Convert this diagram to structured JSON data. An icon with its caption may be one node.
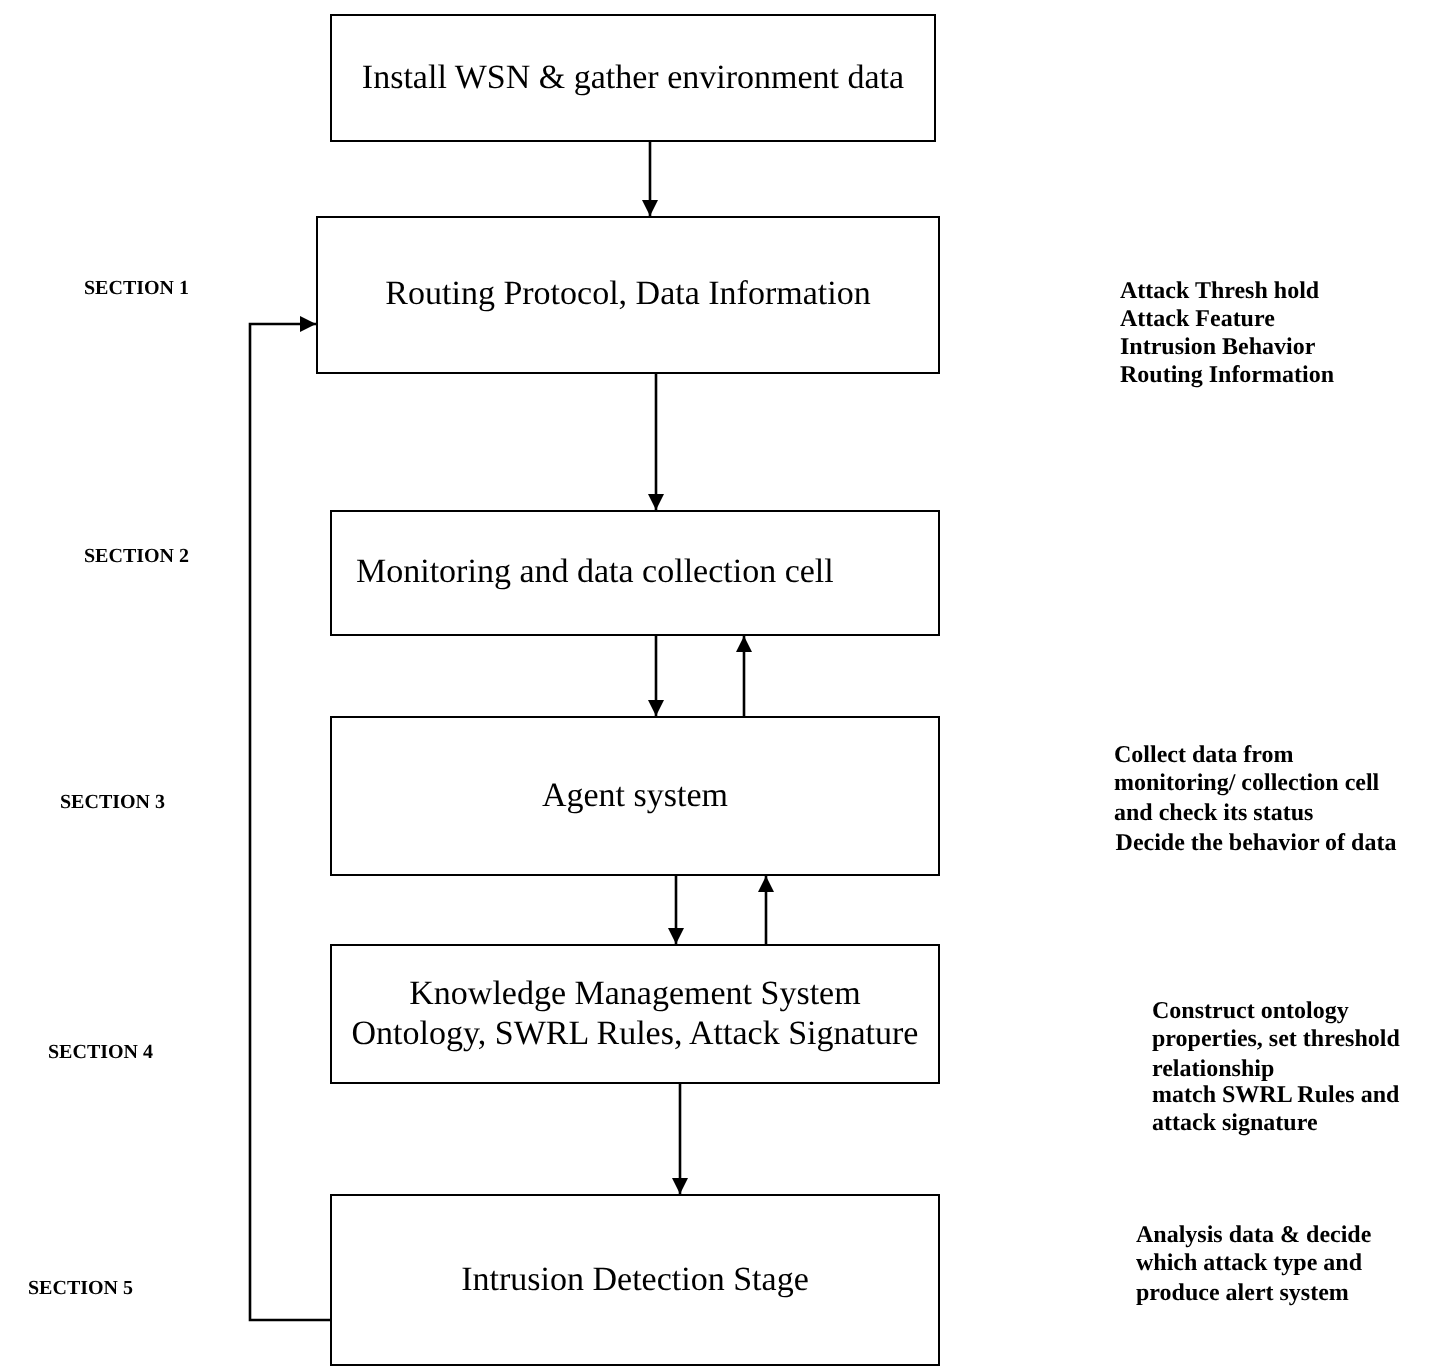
{
  "diagram": {
    "nodes": [
      {
        "text": [
          "Install WSN & gather environment data"
        ]
      },
      {
        "text": [
          "Routing Protocol, Data Information"
        ]
      },
      {
        "text": [
          "Monitoring and data collection cell"
        ]
      },
      {
        "text": [
          "Agent system"
        ]
      },
      {
        "text": [
          "Knowledge Management System",
          "Ontology, SWRL Rules, Attack Signature"
        ]
      },
      {
        "text": [
          "Intrusion Detection Stage"
        ]
      }
    ],
    "edges": [
      {
        "from": 0,
        "to": 1,
        "arrow": "to"
      },
      {
        "from": 1,
        "to": 2,
        "arrow": "to"
      },
      {
        "from": 2,
        "to": 3,
        "arrow": "to"
      },
      {
        "from": 3,
        "to": 2,
        "arrow": "to"
      },
      {
        "from": 3,
        "to": 4,
        "arrow": "to"
      },
      {
        "from": 4,
        "to": 3,
        "arrow": "to"
      },
      {
        "from": 4,
        "to": 5,
        "arrow": "to"
      },
      {
        "from": 5,
        "to": 1,
        "arrow": "to"
      }
    ],
    "labels": [
      "SECTION 1",
      "Attack Thresh hold",
      "Attack Feature",
      "Intrusion Behavior",
      "Routing Information",
      "SECTION 2",
      "Collect data from monitoring/ collection cell and check its status",
      "Decide the behavior of data",
      "SECTION 3",
      "SECTION 4",
      "Construct ontology properties, set threshold relationship",
      "match SWRL Rules and attack signature",
      "SECTION 5",
      "Analysis data & decide which attack type and produce alert system"
    ]
  }
}
